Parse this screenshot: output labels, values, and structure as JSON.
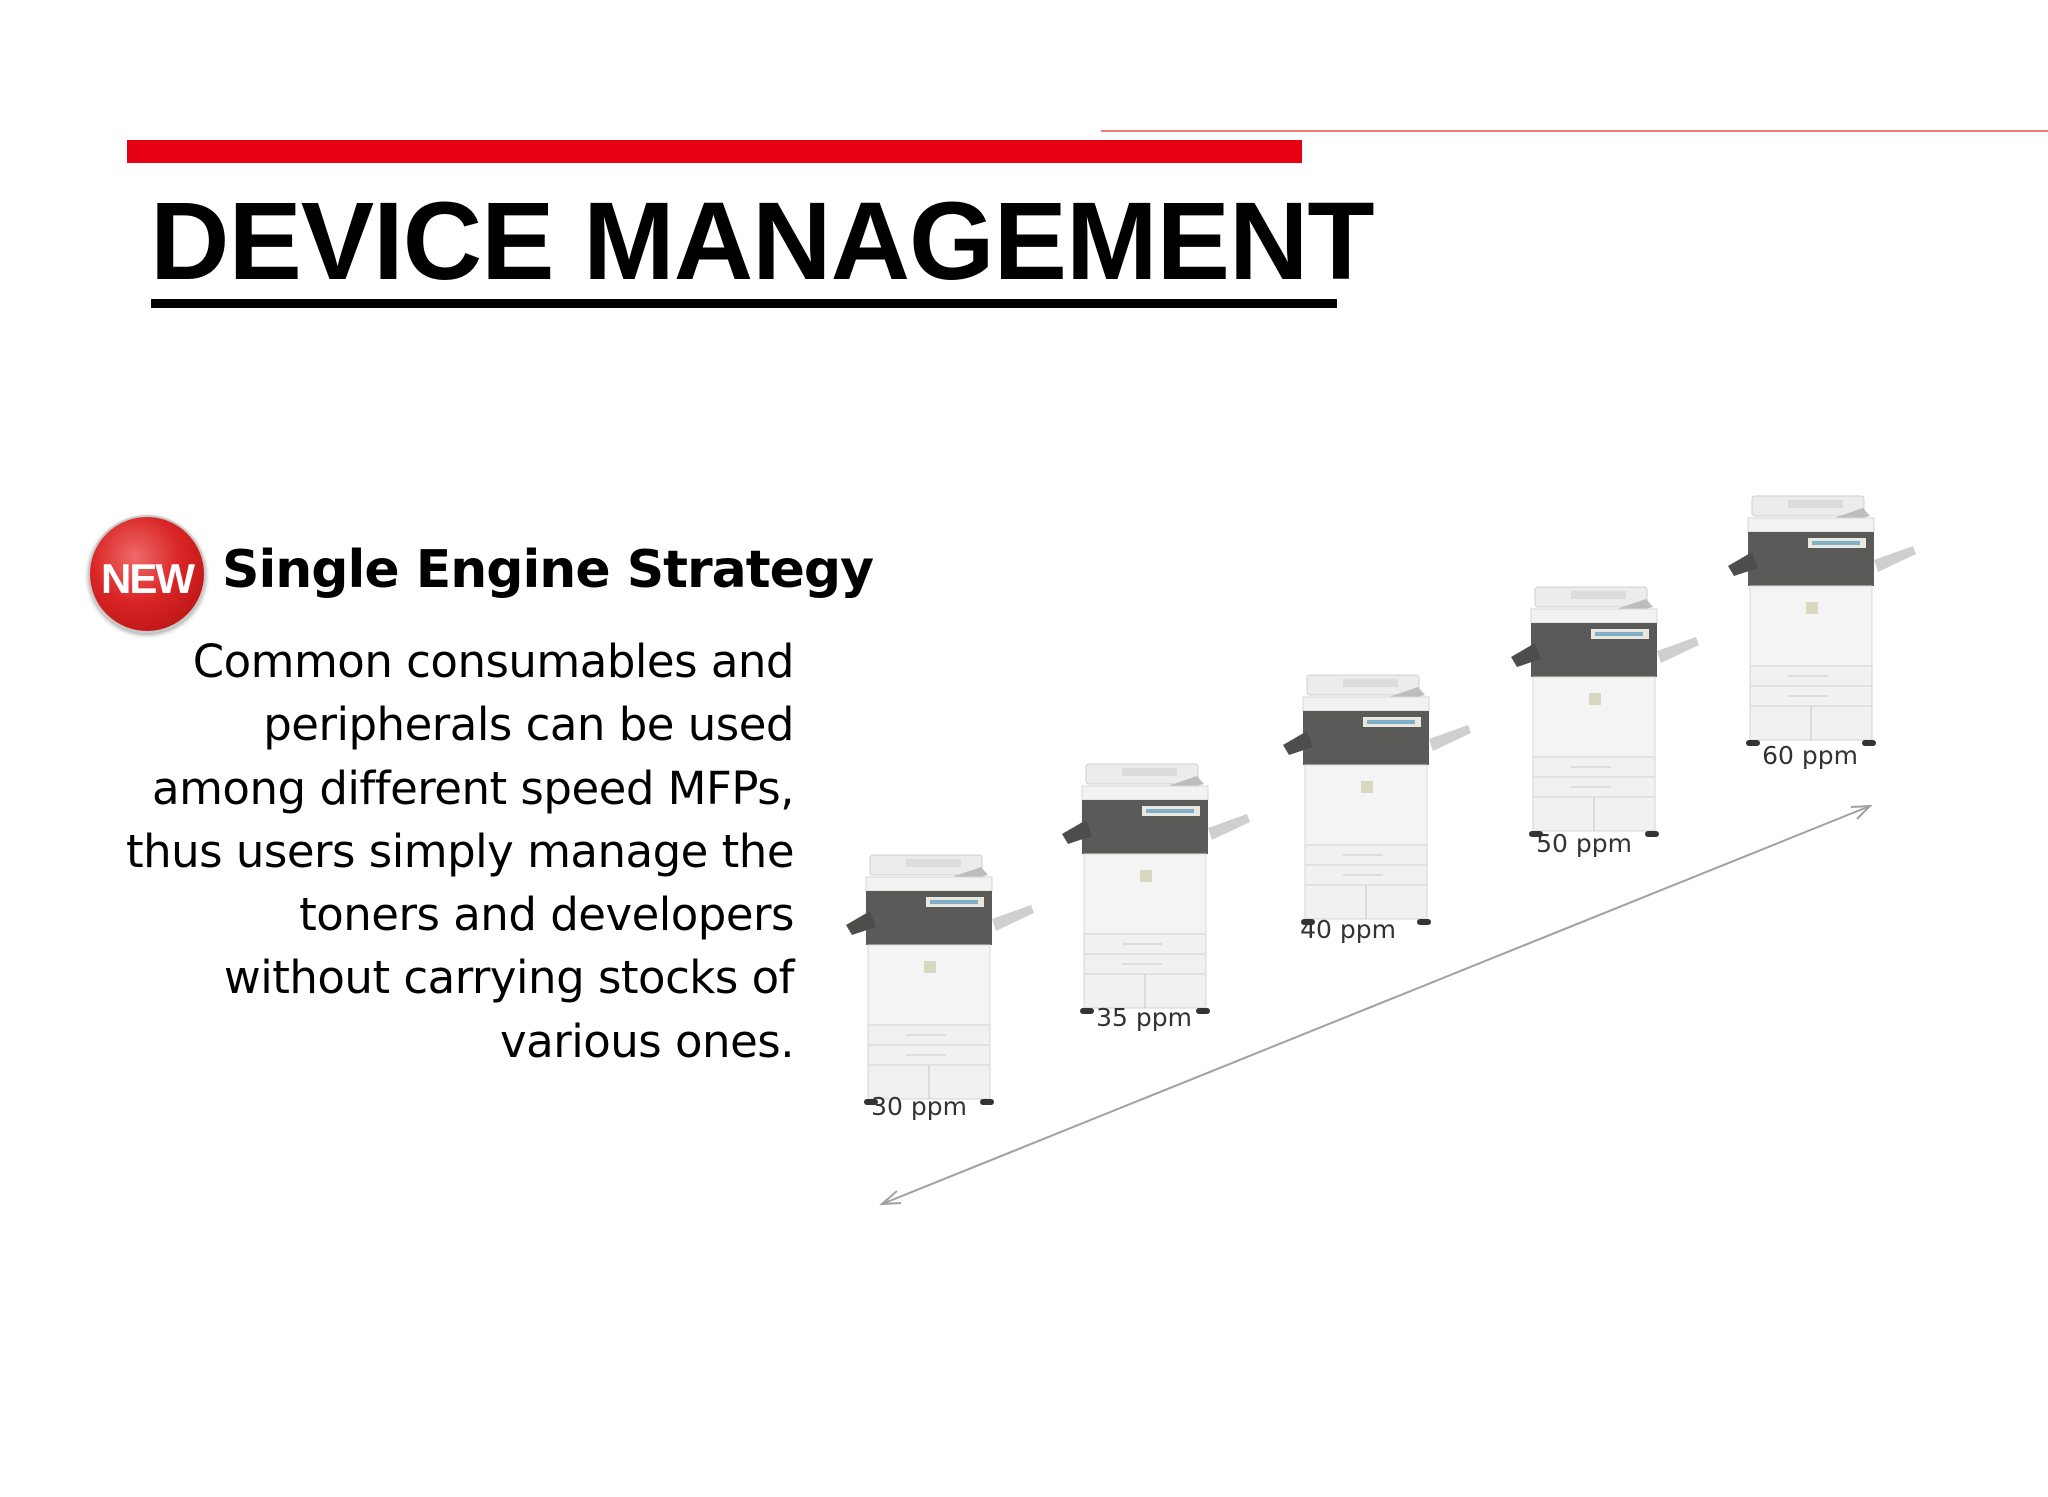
{
  "header": {
    "title": "DEVICE MANAGEMENT"
  },
  "badge": {
    "label": "NEW"
  },
  "section": {
    "heading": "Single Engine Strategy",
    "lines": [
      "Common consumables and",
      "peripherals can be used",
      "among different speed MFPs,",
      "thus users simply manage the",
      "toners and developers",
      "without carrying stocks of",
      "various ones."
    ]
  },
  "printers": [
    {
      "label": "30 ppm"
    },
    {
      "label": "35 ppm"
    },
    {
      "label": "40 ppm"
    },
    {
      "label": "50 ppm"
    },
    {
      "label": "60 ppm"
    }
  ],
  "colors": {
    "accent": "#e60012",
    "thin_line": "#f07a7a",
    "arrow": "#a0a0a0"
  }
}
